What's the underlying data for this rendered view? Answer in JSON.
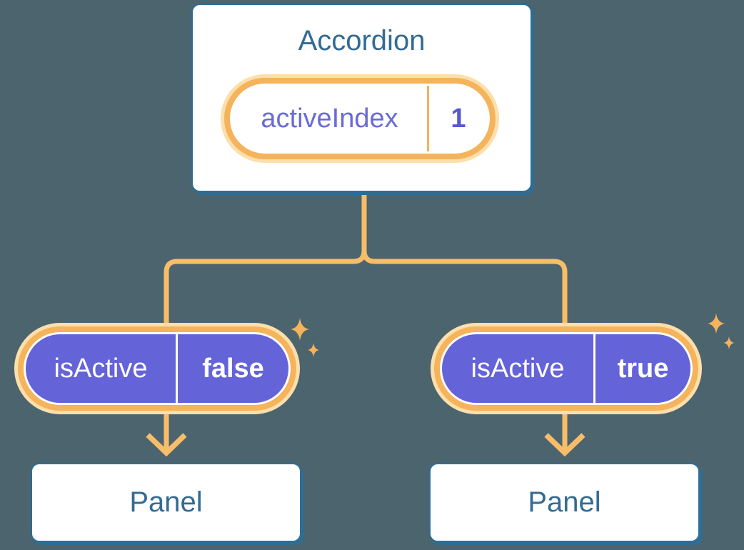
{
  "accordion": {
    "label": "Accordion",
    "state_pill": {
      "name": "activeIndex",
      "value": "1"
    }
  },
  "panels": [
    {
      "prop_pill": {
        "name": "isActive",
        "value": "false"
      },
      "label": "Panel"
    },
    {
      "prop_pill": {
        "name": "isActive",
        "value": "true"
      },
      "label": "Panel"
    }
  ],
  "colors": {
    "background": "#4B646E",
    "box_border_blue": "#2D6E96",
    "heading_blue": "#336B93",
    "pill_orange": "#F5B35B",
    "pill_glow": "#FBDFAC",
    "connector_orange": "#F8BD68",
    "prop_purple": "#6463D8",
    "state_text_purple": "#6A6BD8",
    "value_text_purple": "#5758CE"
  }
}
